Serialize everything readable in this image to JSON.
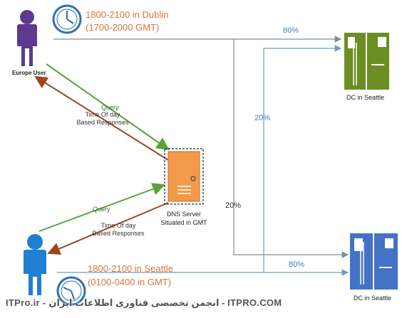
{
  "europe": {
    "user_label": "Europe User",
    "time_line1": "1800-2100 in Dublin",
    "time_line2": "(1700-2000 GMT)"
  },
  "seattle": {
    "time_line1": "1800-2100 in Seattle",
    "time_line2": "(0100-0400 in GMT)"
  },
  "dns": {
    "line1": "DNS Server",
    "line2": "Situated in GMT"
  },
  "datacenters": {
    "top_label": "DC in Seattle",
    "bottom_label": "DC in Seattle"
  },
  "flows": {
    "top_query": "Query",
    "top_response_line1": "Time Of day",
    "top_response_line2": "Based Responses",
    "bottom_query": "Query",
    "bottom_response_line1": "Time Of day",
    "bottom_response_line2": "Based Responses"
  },
  "percentages": {
    "top_right": "80%",
    "middle": "20%",
    "center": "20%",
    "bottom_right": "80%"
  },
  "watermark": "ITPro.ir - انجمن تخصصی فناوری اطلاعات ایران - ITPRO.COM",
  "colors": {
    "user_purple": "#5b3a8f",
    "user_blue": "#1f7fd1",
    "clock_blue": "#2b6fb0",
    "dns_orange": "#f2994a",
    "dc_green": "#6b8e23",
    "dc_blue": "#4472c4",
    "query_green": "#5aa33c",
    "response_brown": "#a0461e",
    "line_gray": "#7f8c99"
  },
  "icons": [
    "clock-icon",
    "person-icon",
    "server-icon",
    "rack-icon"
  ]
}
